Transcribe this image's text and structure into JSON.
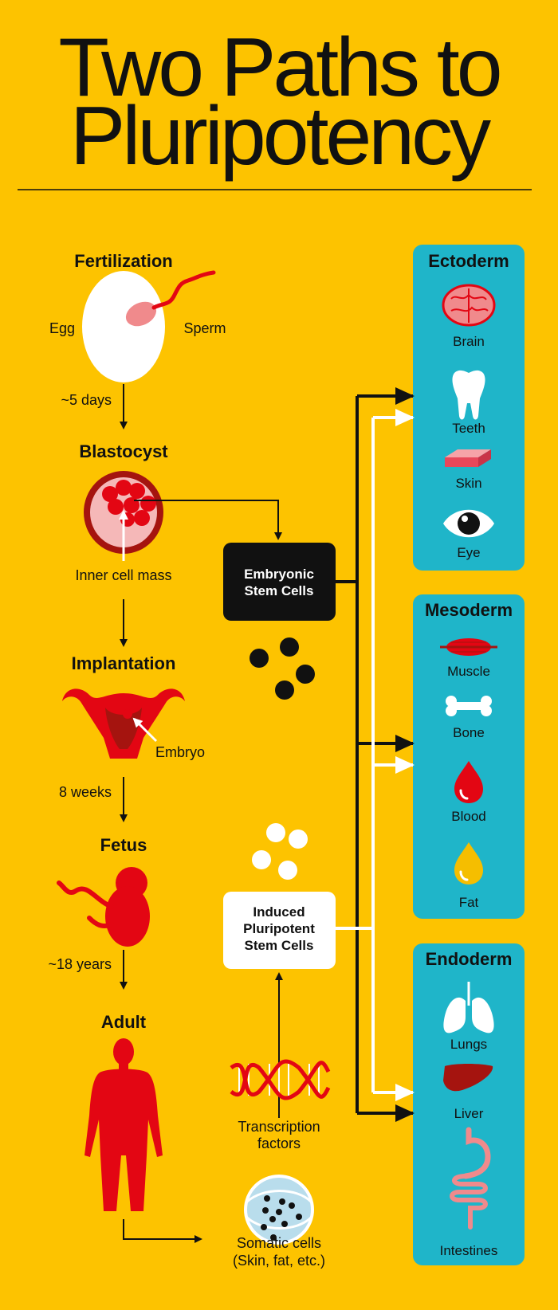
{
  "title": {
    "line1": "Two Paths to",
    "line2": "Pluripotency"
  },
  "colors": {
    "background": "#FDC300",
    "germ_box": "#1FB5C9",
    "red": "#E30613",
    "dark_red": "#A5140F",
    "pink": "#F08A8C"
  },
  "left_path": {
    "fertilization": {
      "label": "Fertilization",
      "egg": "Egg",
      "sperm": "Sperm"
    },
    "step1": "~5 days",
    "blastocyst": {
      "label": "Blastocyst",
      "inner": "Inner cell mass"
    },
    "implantation": {
      "label": "Implantation",
      "embryo": "Embryo"
    },
    "step2": "8 weeks",
    "fetus": {
      "label": "Fetus"
    },
    "step3": "~18 years",
    "adult": {
      "label": "Adult"
    }
  },
  "middle": {
    "esc": {
      "line1": "Embryonic",
      "line2": "Stem Cells"
    },
    "ipsc": {
      "line1": "Induced",
      "line2": "Pluripotent",
      "line3": "Stem Cells"
    },
    "transcription": {
      "line1": "Transcription",
      "line2": "factors"
    },
    "somatic": {
      "line1": "Somatic cells",
      "line2": "(Skin, fat, etc.)"
    }
  },
  "germ_layers": [
    {
      "name": "Ectoderm",
      "organs": [
        "Brain",
        "Teeth",
        "Skin",
        "Eye"
      ]
    },
    {
      "name": "Mesoderm",
      "organs": [
        "Muscle",
        "Bone",
        "Blood",
        "Fat"
      ]
    },
    {
      "name": "Endoderm",
      "organs": [
        "Lungs",
        "Liver",
        "Intestines"
      ]
    }
  ]
}
